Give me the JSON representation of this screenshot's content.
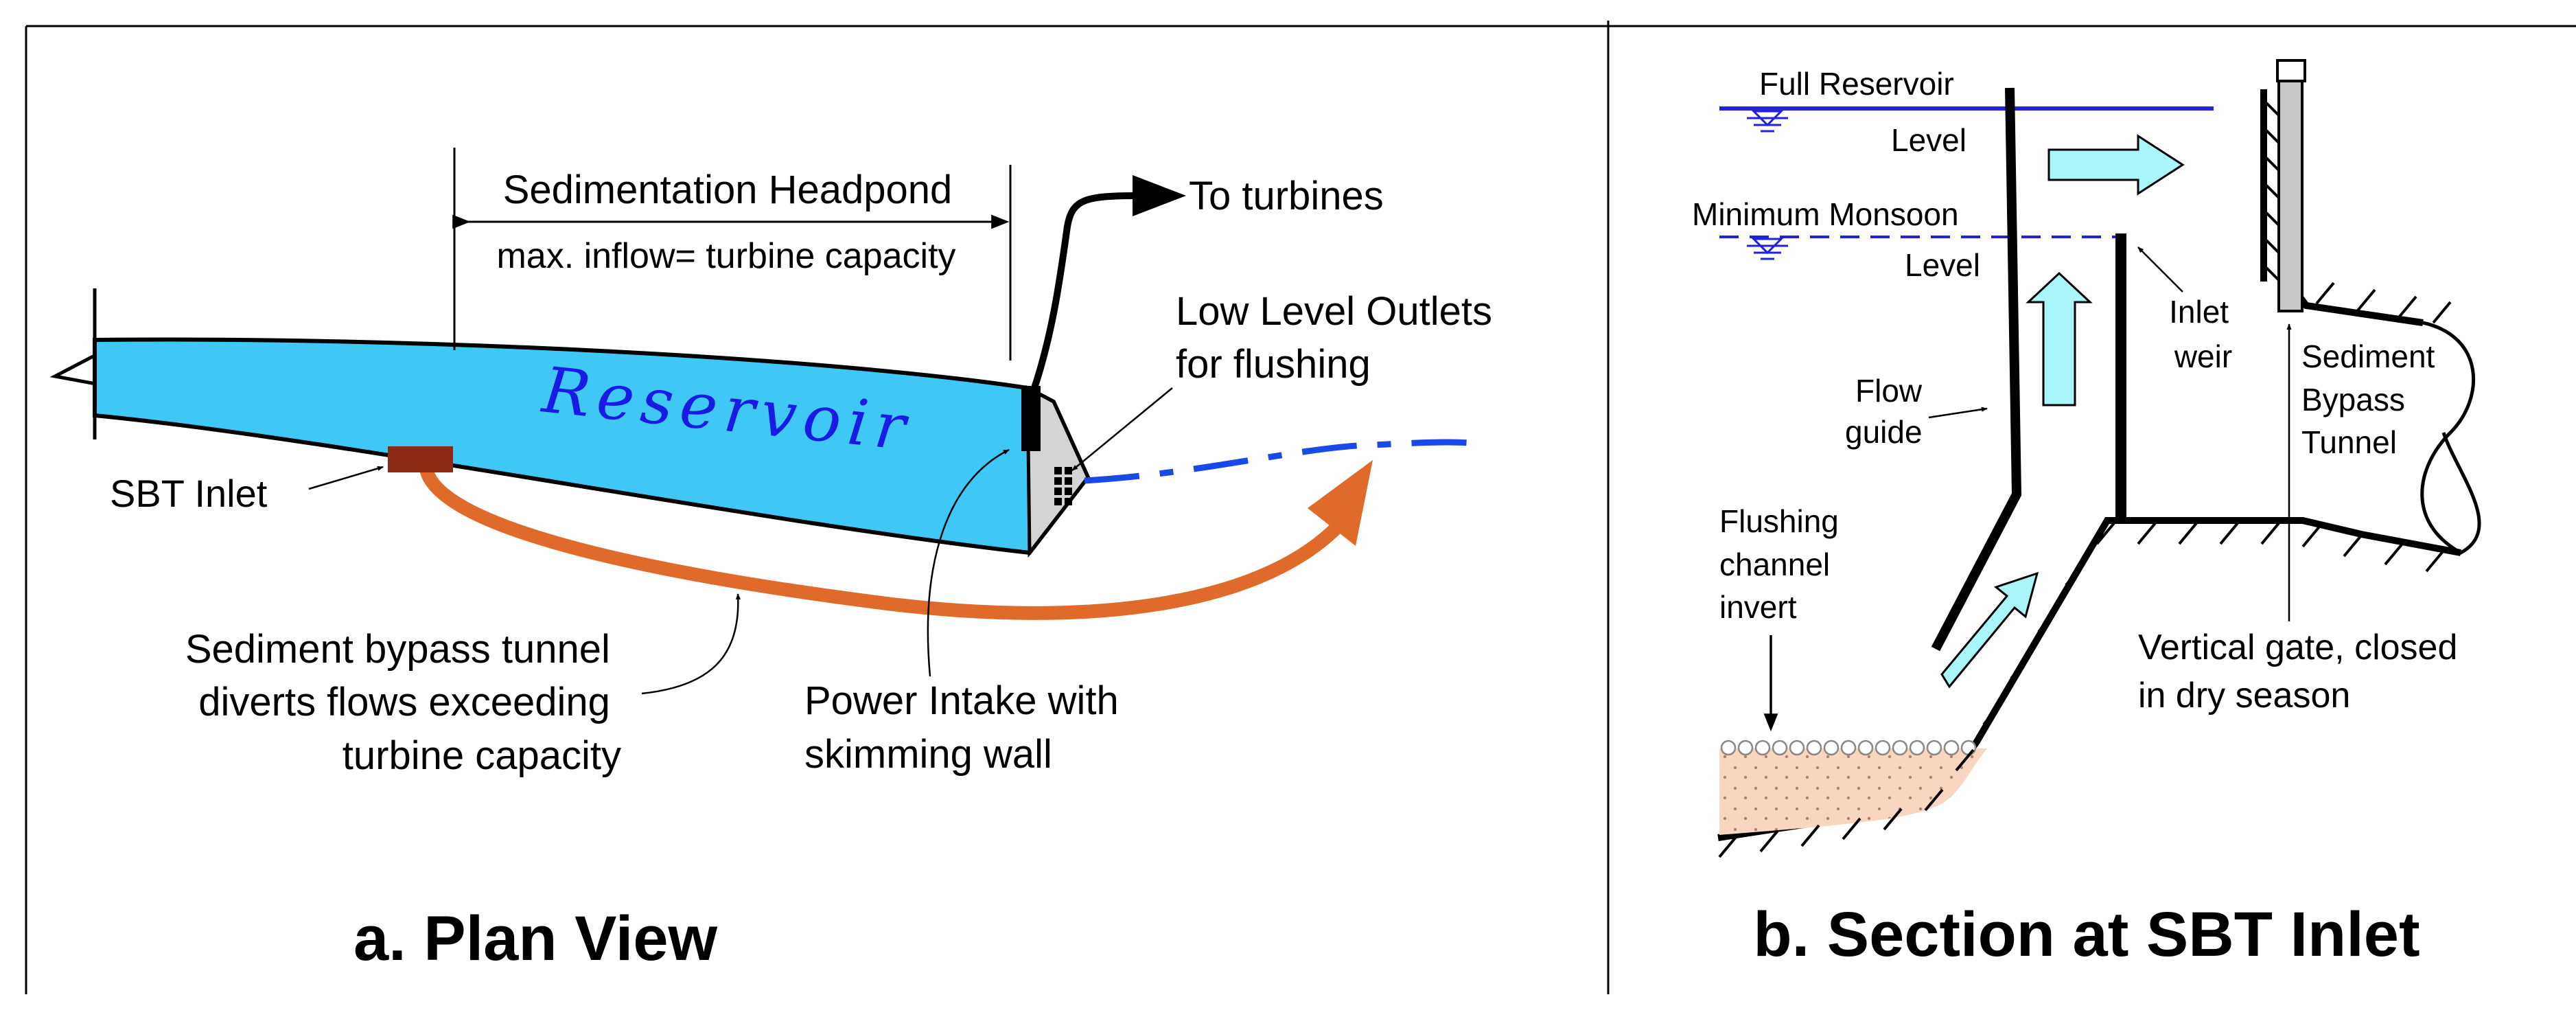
{
  "colors": {
    "water": "#3fc8f6",
    "outline": "#000000",
    "bypass_tunnel": "#e06a2a",
    "sbt_inlet": "#8b2a14",
    "reservoir_word": "#1a1ae6",
    "flushing_flow": "#1a4ae6",
    "level_line": "#2222dd",
    "flow_arrow": "#aaf5f7",
    "sediment": "#f8d6c0",
    "gate": "#c8c8c8"
  },
  "plan_view": {
    "title": "a. Plan View",
    "reservoir_label": "Reservoir",
    "headpond_label": "Sedimentation Headpond",
    "headpond_sublabel": "max. inflow= turbine capacity",
    "turbines_label": "To turbines",
    "low_level_outlets_label": [
      "Low Level Outlets",
      "for flushing"
    ],
    "sbt_inlet_label": "SBT Inlet",
    "bypass_label": [
      "Sediment bypass tunnel",
      "diverts flows exceeding",
      "turbine capacity"
    ],
    "power_intake_label": [
      "Power Intake with",
      "skimming wall"
    ]
  },
  "section_view": {
    "title": "b. Section at SBT Inlet",
    "full_reservoir_label": [
      "Full Reservoir",
      "Level"
    ],
    "min_monsoon_label": [
      "Minimum Monsoon",
      "Level"
    ],
    "inlet_weir_label": [
      "Inlet",
      "weir"
    ],
    "flow_guide_label": [
      "Flow",
      "guide"
    ],
    "flushing_channel_label": [
      "Flushing",
      "channel",
      "invert"
    ],
    "sbt_label": [
      "Sediment",
      "Bypass",
      "Tunnel"
    ],
    "vertical_gate_label": [
      "Vertical gate, closed",
      "in dry season"
    ]
  }
}
